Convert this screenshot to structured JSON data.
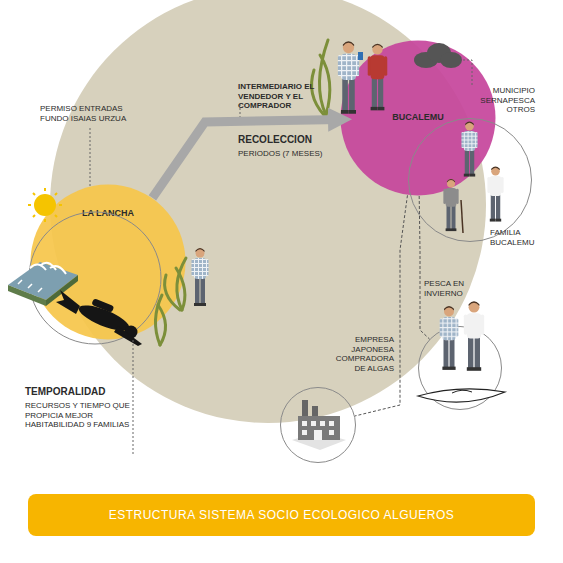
{
  "diagram": {
    "title": "ESTRUCTURA SISTEMA SOCIO ECOLOGICO ALGUEROS",
    "nodes": [
      {
        "text": [
          "LA LANCHA"
        ]
      },
      {
        "text": [
          "BUCALEMU"
        ]
      },
      {
        "text": [
          "FAMILIA BUCALEMU"
        ]
      },
      {
        "text": [
          "PESCA EN INVIERNO"
        ]
      },
      {
        "text": [
          "EMPRESA JAPONESA COMPRADORA DE ALGAS"
        ]
      }
    ],
    "edges": [
      {
        "from": 0,
        "to": 1,
        "arrow": "to"
      },
      {
        "from": 1,
        "to": 3,
        "arrow": "none"
      },
      {
        "from": 1,
        "to": 4,
        "arrow": "none"
      }
    ],
    "labels": [
      "PERMISO ENTRADAS FUNDO ISAIAS URZUA",
      "INTERMEDIARIO EL VENDEDOR Y EL COMPRADOR",
      "RECOLECCION",
      "PERIODOS (7 MESES)",
      "MUNICIPIO SERNAPESCA OTROS",
      "TEMPORALIDAD",
      "RECURSOS Y TIEMPO QUE PROPICIA MEJOR HABITABILIDAD 9 FAMILIAS"
    ]
  }
}
